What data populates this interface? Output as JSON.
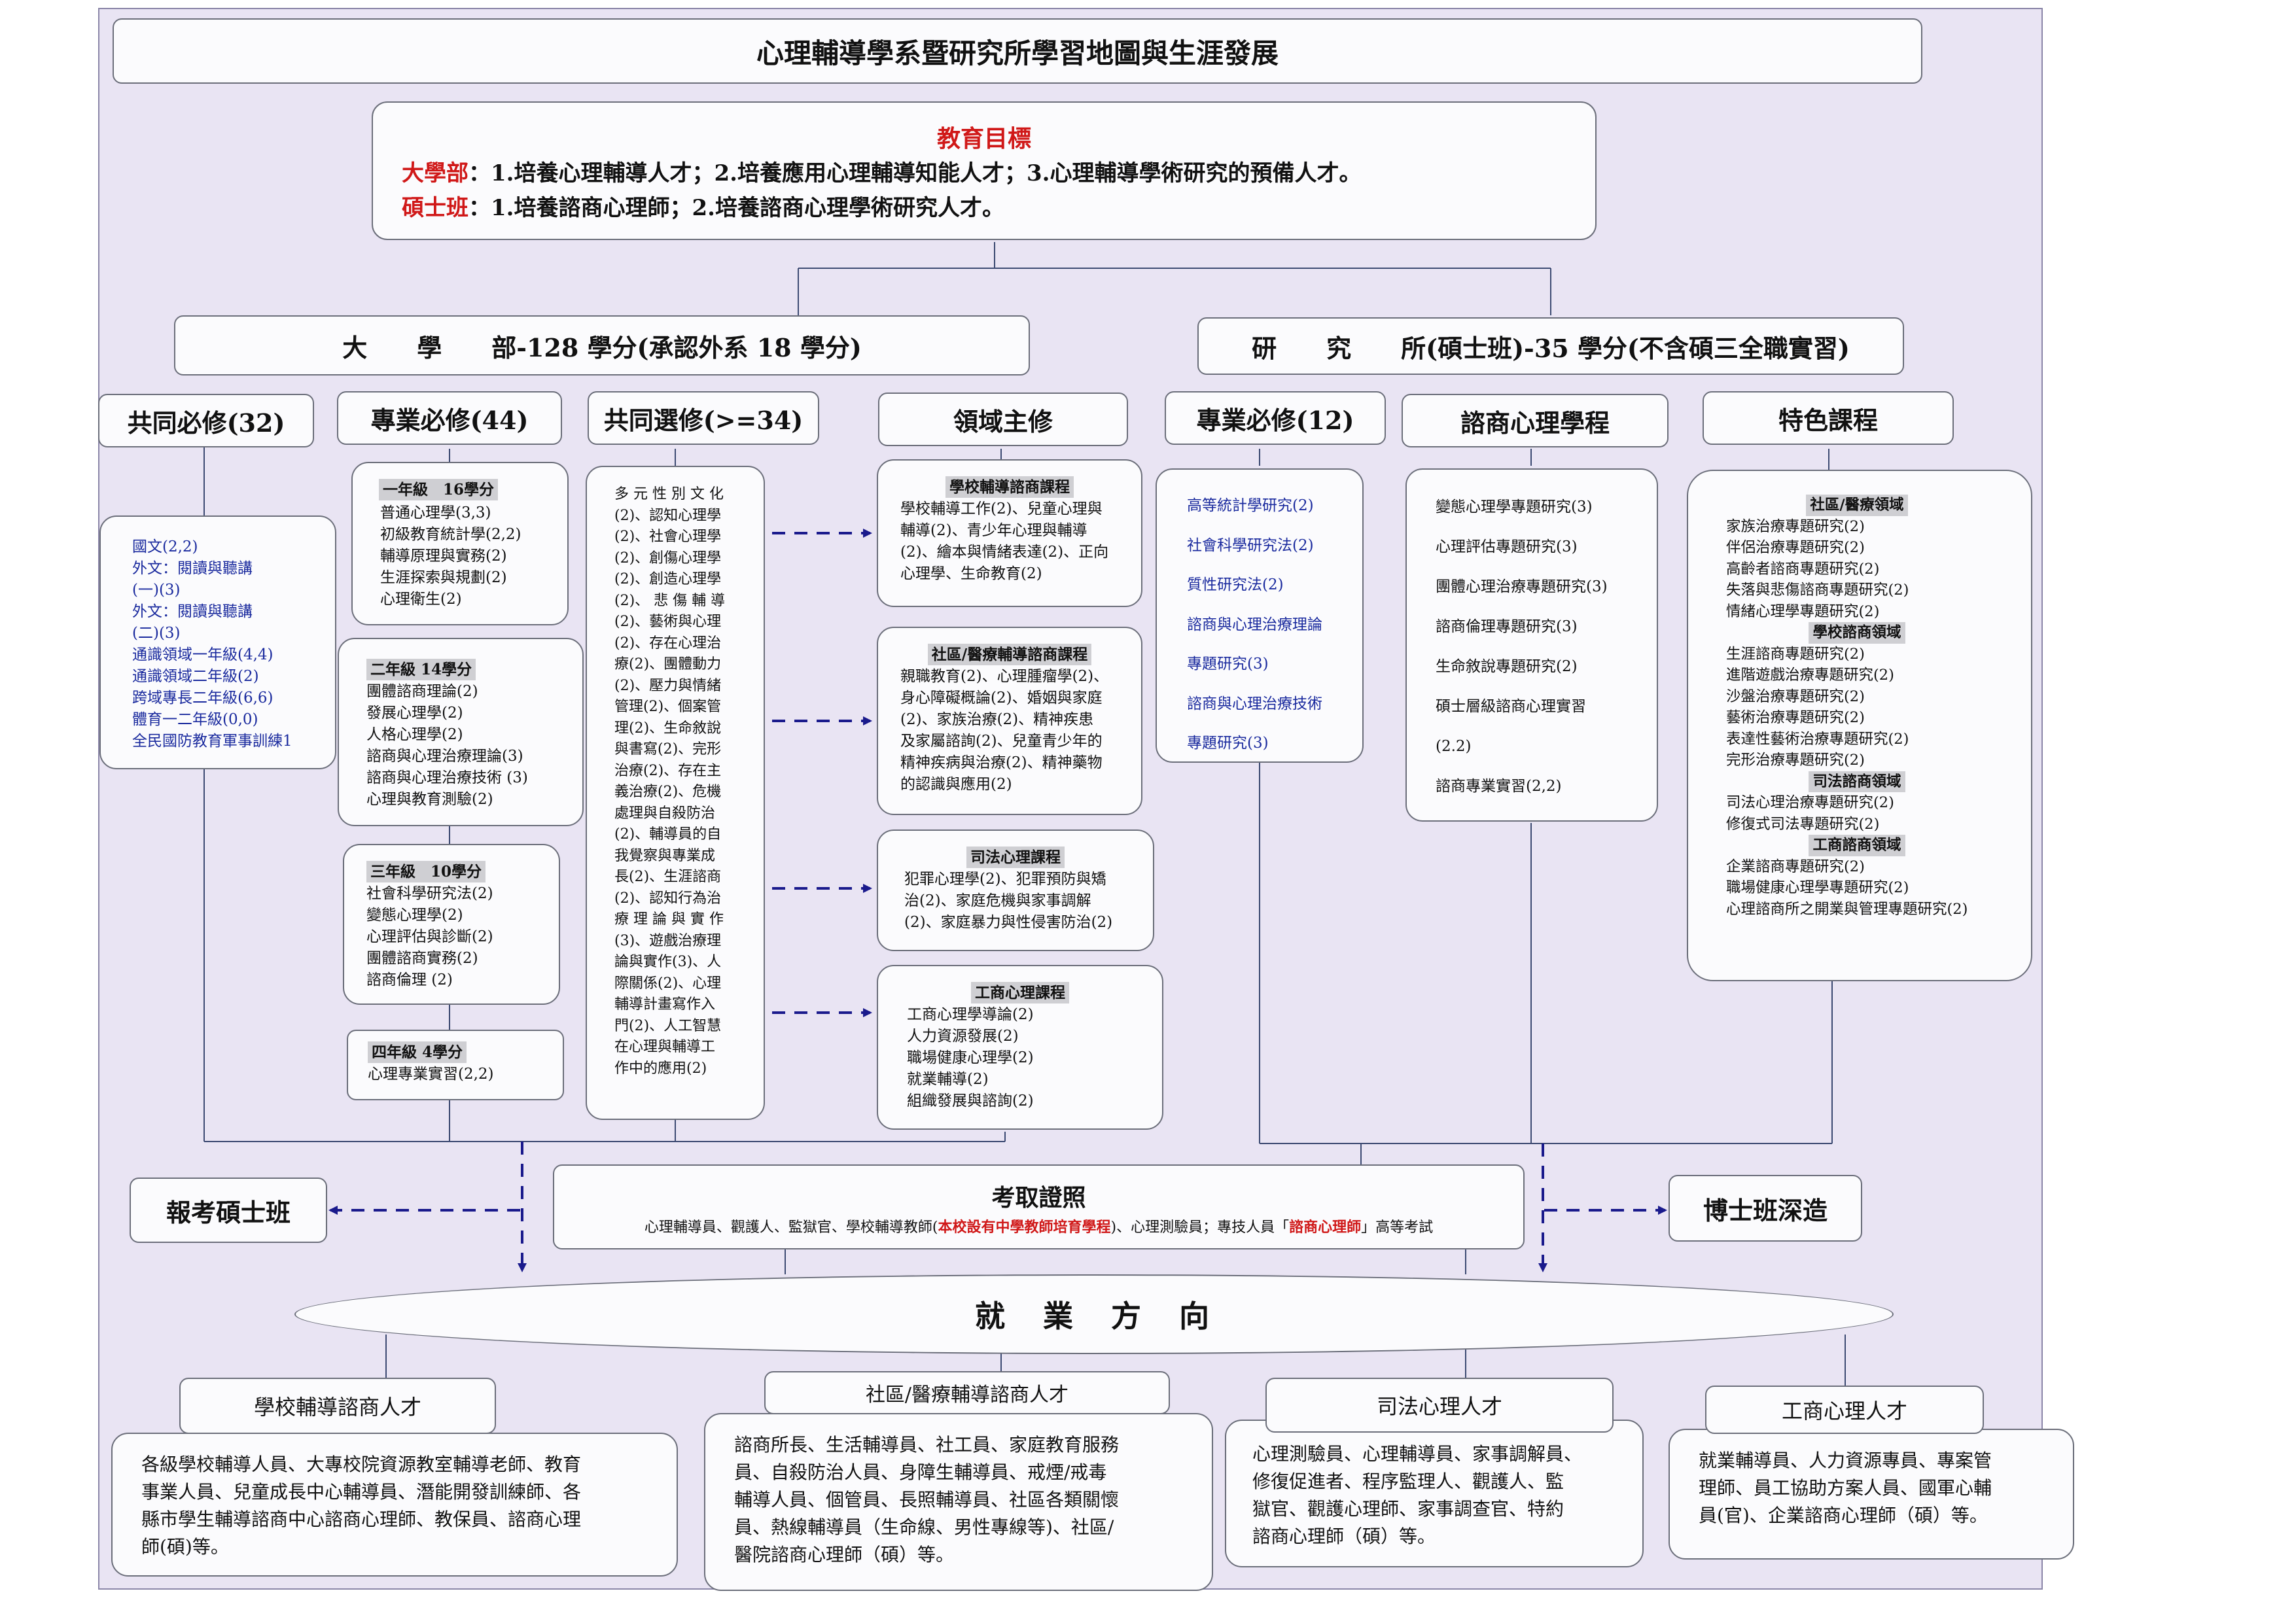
{
  "title": "心理輔導學系暨研究所學習地圖與生涯發展",
  "goals": {
    "heading": "教育目標",
    "undergrad_label": "大學部",
    "undergrad_text": "：1.培養心理輔導人才；2.培養應用心理輔導知能人才；3.心理輔導學術研究的預備人才。",
    "master_label": "碩士班",
    "master_text": "：1.培養諮商心理師；2.培養諮商心理學術研究人才。"
  },
  "undergrad": {
    "title": "大　　學　　部-128 學分(承認外系 18 學分)",
    "common_required": {
      "header": "共同必修(32)",
      "items": [
        "國文(2,2)",
        "外文：閱讀與聽講",
        "(一)(3)",
        "外文：閱讀與聽講",
        "(二)(3)",
        "通識領域一年級(4,4)",
        "通識領域二年級(2)",
        "跨域專長二年級(6,6)",
        "體育一二年級(0,0)",
        "全民國防教育軍事訓練1"
      ]
    },
    "major_required": {
      "header": "專業必修(44)",
      "year1": {
        "title": "一年級　16學分",
        "items": [
          "普通心理學(3,3)",
          "初級教育統計學(2,2)",
          "輔導原理與實務(2)",
          "生涯探索與規劃(2)",
          "心理衛生(2)"
        ]
      },
      "year2": {
        "title": "二年級 14學分",
        "items": [
          "團體諮商理論(2)",
          "發展心理學(2)",
          "人格心理學(2)",
          "諮商與心理治療理論(3)",
          "諮商與心理治療技術 (3)",
          "心理與教育測驗(2)"
        ]
      },
      "year3": {
        "title": "三年級　10學分",
        "items": [
          "社會科學研究法(2)",
          "變態心理學(2)",
          "心理評估與診斷(2)",
          "團體諮商實務(2)",
          "諮商倫理 (2)"
        ]
      },
      "year4": {
        "title": "四年級 4學分",
        "items": [
          "心理專業實習(2,2)"
        ]
      }
    },
    "common_elective": {
      "header": "共同選修(>=34)",
      "lines": [
        "多 元 性 別 文 化",
        "(2)、認知心理學",
        "(2)、社會心理學",
        "(2)、創傷心理學",
        "(2)、創造心理學",
        "(2)、 悲 傷 輔 導",
        "(2)、藝術與心理",
        "(2)、存在心理治",
        "療(2)、團體動力",
        "(2)、壓力與情緒",
        "管理(2)、個案管",
        "理(2)、生命敘說",
        "與書寫(2)、完形",
        "治療(2)、存在主",
        "義治療(2)、危機",
        "處理與自殺防治",
        "(2)、輔導員的自",
        "我覺察與專業成",
        "長(2)、生涯諮商",
        "(2)、認知行為治",
        "療 理 論 與 實 作",
        "(3)、遊戲治療理",
        "論與實作(3)、人",
        "際關係(2)、心理",
        "輔導計畫寫作入",
        "門(2)、人工智慧",
        "在心理與輔導工",
        "作中的應用(2)"
      ]
    },
    "domain_major": {
      "header": "領域主修",
      "school": {
        "title": "學校輔導諮商課程",
        "lines": [
          "學校輔導工作(2)、兒童心理與",
          "輔導(2)、青少年心理與輔導",
          "(2)、繪本與情緒表達(2)、正向",
          "心理學、生命教育(2)"
        ]
      },
      "community": {
        "title": "社區/醫療輔導諮商課程",
        "lines": [
          "親職教育(2)、心理腫瘤學(2)、",
          "身心障礙概論(2)、婚姻與家庭",
          "(2)、家族治療(2)、精神疾患",
          "及家屬諮詢(2)、兒童青少年的",
          "精神疾病與治療(2)、精神藥物",
          "的認識與應用(2)"
        ]
      },
      "forensic": {
        "title": "司法心理課程",
        "lines": [
          "犯罪心理學(2)、犯罪預防與矯",
          "治(2)、家庭危機與家事調解",
          "(2)、家庭暴力與性侵害防治(2)"
        ]
      },
      "business": {
        "title": "工商心理課程",
        "items": [
          "工商心理學導論(2)",
          "人力資源發展(2)",
          "職場健康心理學(2)",
          "就業輔導(2)",
          "組織發展與諮詢(2)"
        ]
      }
    }
  },
  "graduate": {
    "title": "研　　究　　所(碩士班)-35 學分(不含碩三全職實習)",
    "major_required": {
      "header": "專業必修(12)",
      "lines": [
        "高等統計學研究(2)",
        "社會科學研究法(2)",
        "質性研究法(2)",
        "諮商與心理治療理論",
        "專題研究(3)",
        "諮商與心理治療技術",
        "專題研究(3)"
      ]
    },
    "counseling": {
      "header": "諮商心理學程",
      "lines": [
        "變態心理學專題研究(3)",
        "心理評估專題研究(3)",
        "團體心理治療專題研究(3)",
        "諮商倫理專題研究(3)",
        "生命敘說專題研究(2)",
        "碩士層級諮商心理實習",
        "(2.2)",
        "諮商專業實習(2,2)"
      ]
    },
    "featured": {
      "header": "特色課程",
      "community_title": "社區/醫療領域",
      "community_items": [
        "家族治療專題研究(2)",
        "伴侶治療專題研究(2)",
        "高齡者諮商專題研究(2)",
        "失落與悲傷諮商專題研究(2)",
        "情緒心理學專題研究(2)"
      ],
      "school_title": "學校諮商領域",
      "school_items": [
        "生涯諮商專題研究(2)",
        "進階遊戲治療專題研究(2)",
        "沙盤治療專題研究(2)",
        "藝術治療專題研究(2)",
        "表達性藝術治療專題研究(2)",
        "完形治療專題研究(2)"
      ],
      "forensic_title": "司法諮商領域",
      "forensic_items": [
        "司法心理治療專題研究(2)",
        "修復式司法專題研究(2)"
      ],
      "business_title": "工商諮商領域",
      "business_items": [
        "企業諮商專題研究(2)",
        "職場健康心理學專題研究(2)",
        "心理諮商所之開業與管理專題研究(2)"
      ]
    }
  },
  "masters_exam": "報考碩士班",
  "phd": "博士班深造",
  "license": {
    "title": "考取證照",
    "text_before": "心理輔導員、觀護人、監獄官、學校輔導教師(",
    "text_red1": "本校設有中學教師培育學程",
    "text_middle": ")、心理測驗員；專技人員「",
    "text_red2": "諮商心理師",
    "text_after": "」高等考試"
  },
  "employment": {
    "title": "就　業　方　向",
    "school": {
      "header": "學校輔導諮商人才",
      "lines": [
        "各級學校輔導人員、大專校院資源教室輔導老師、教育",
        "事業人員、兒童成長中心輔導員、潛能開發訓練師、各",
        "縣市學生輔導諮商中心諮商心理師、教保員、諮商心理",
        "師(碩)等。"
      ]
    },
    "community": {
      "header": "社區/醫療輔導諮商人才",
      "lines": [
        "諮商所長、生活輔導員、社工員、家庭教育服務",
        "員、自殺防治人員、身障生輔導員、戒煙/戒毒",
        "輔導人員、個管員、長照輔導員、社區各類關懷",
        "員、熱線輔導員（生命線、男性專線等)、社區/",
        "醫院諮商心理師（碩）等。"
      ]
    },
    "forensic": {
      "header": "司法心理人才",
      "lines": [
        "心理測驗員、心理輔導員、家事調解員、",
        "修復促進者、程序監理人、觀護人、監",
        "獄官、觀護心理師、家事調查官、特約",
        "諮商心理師（碩）等。"
      ]
    },
    "business": {
      "header": "工商心理人才",
      "lines": [
        "就業輔導員、人力資源專員、專案管",
        "理師、員工協助方案人員、國軍心輔",
        "員(官)、企業諮商心理師（碩）等。"
      ]
    }
  }
}
